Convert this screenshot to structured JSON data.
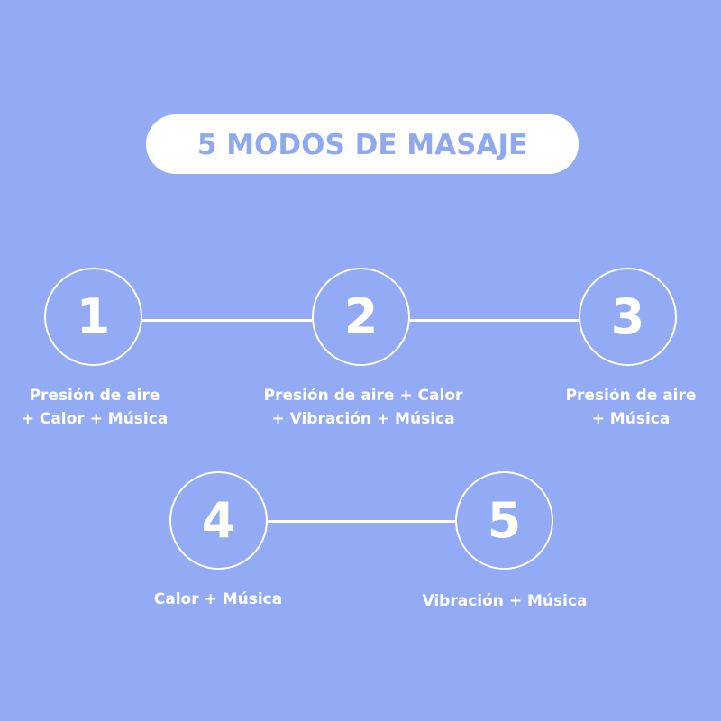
{
  "title": "5 MODOS DE MASAJE",
  "colors": {
    "background": "#93abf4",
    "title_pill": "#ffffff",
    "title_text": "#8fa8f2",
    "foreground": "#ffffff"
  },
  "modes": [
    {
      "number": "1",
      "label_lines": [
        "Presión de aire",
        "+ Calor + Música"
      ]
    },
    {
      "number": "2",
      "label_lines": [
        "Presión de aire + Calor",
        "+ Vibración + Música"
      ]
    },
    {
      "number": "3",
      "label_lines": [
        "Presión de aire",
        "+ Música"
      ]
    },
    {
      "number": "4",
      "label_lines": [
        "Calor + Música"
      ]
    },
    {
      "number": "5",
      "label_lines": [
        "Vibración + Música"
      ]
    }
  ]
}
